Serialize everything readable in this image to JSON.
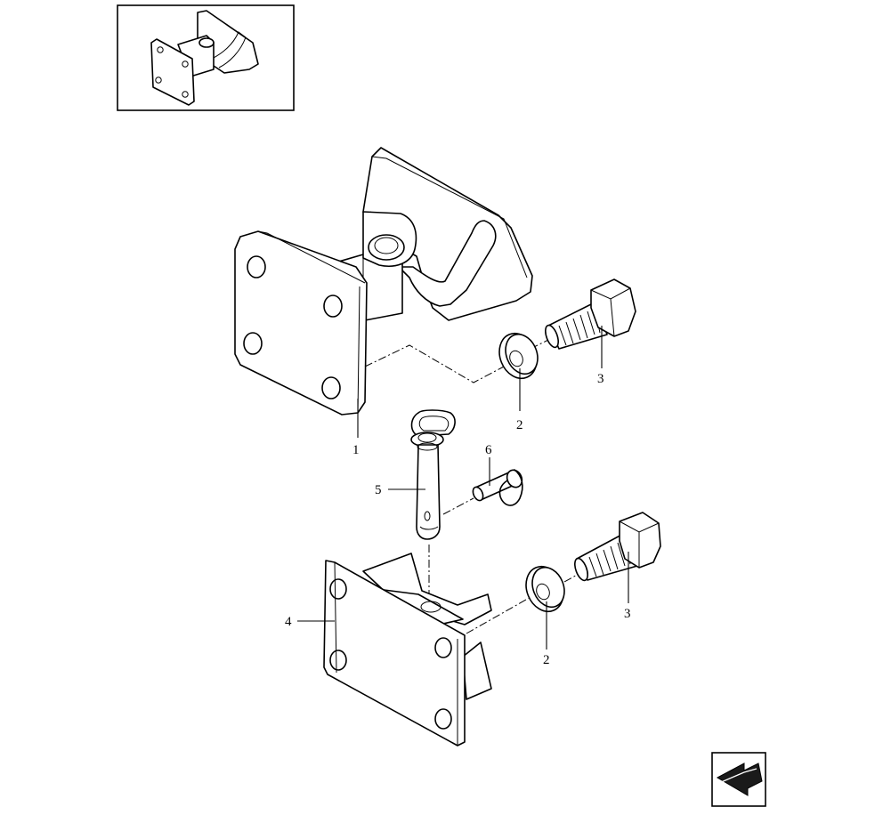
{
  "diagram": {
    "callouts": [
      {
        "id": "part-1",
        "label": "1"
      },
      {
        "id": "part-2-upper",
        "label": "2"
      },
      {
        "id": "part-3-upper",
        "label": "3"
      },
      {
        "id": "part-6",
        "label": "6"
      },
      {
        "id": "part-5",
        "label": "5"
      },
      {
        "id": "part-4",
        "label": "4"
      },
      {
        "id": "part-2-lower",
        "label": "2"
      },
      {
        "id": "part-3-lower",
        "label": "3"
      }
    ]
  },
  "navigation": {
    "previous_icon": "arrow-left-down-icon"
  },
  "colors": {
    "line": "#000000",
    "background": "#ffffff",
    "icon_fill": "#1a1a1a"
  }
}
